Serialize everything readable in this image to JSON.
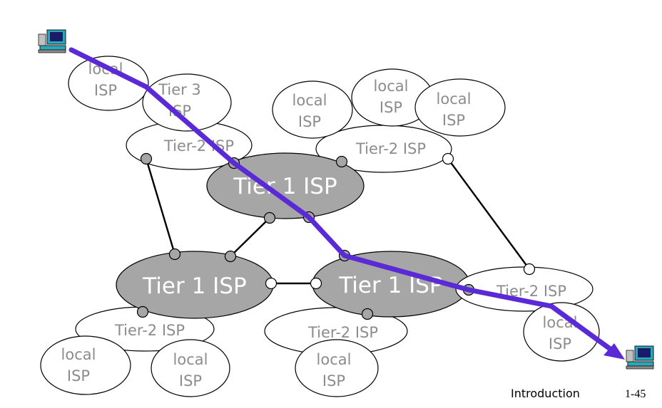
{
  "diagram": {
    "labels": {
      "local": "local",
      "isp": "ISP",
      "tier3_line1": "Tier 3",
      "tier2": "Tier-2 ISP",
      "tier1": "Tier 1 ISP"
    },
    "colors": {
      "tier1_fill": "#a6a6a6",
      "isp_fill": "#ffffff",
      "route": "#5a2ad6",
      "label_gray": "#8c8c8c"
    },
    "icons": {
      "source": "computer-icon",
      "destination": "computer-icon"
    }
  },
  "footer": {
    "title": "Introduction",
    "page": "1-45"
  }
}
